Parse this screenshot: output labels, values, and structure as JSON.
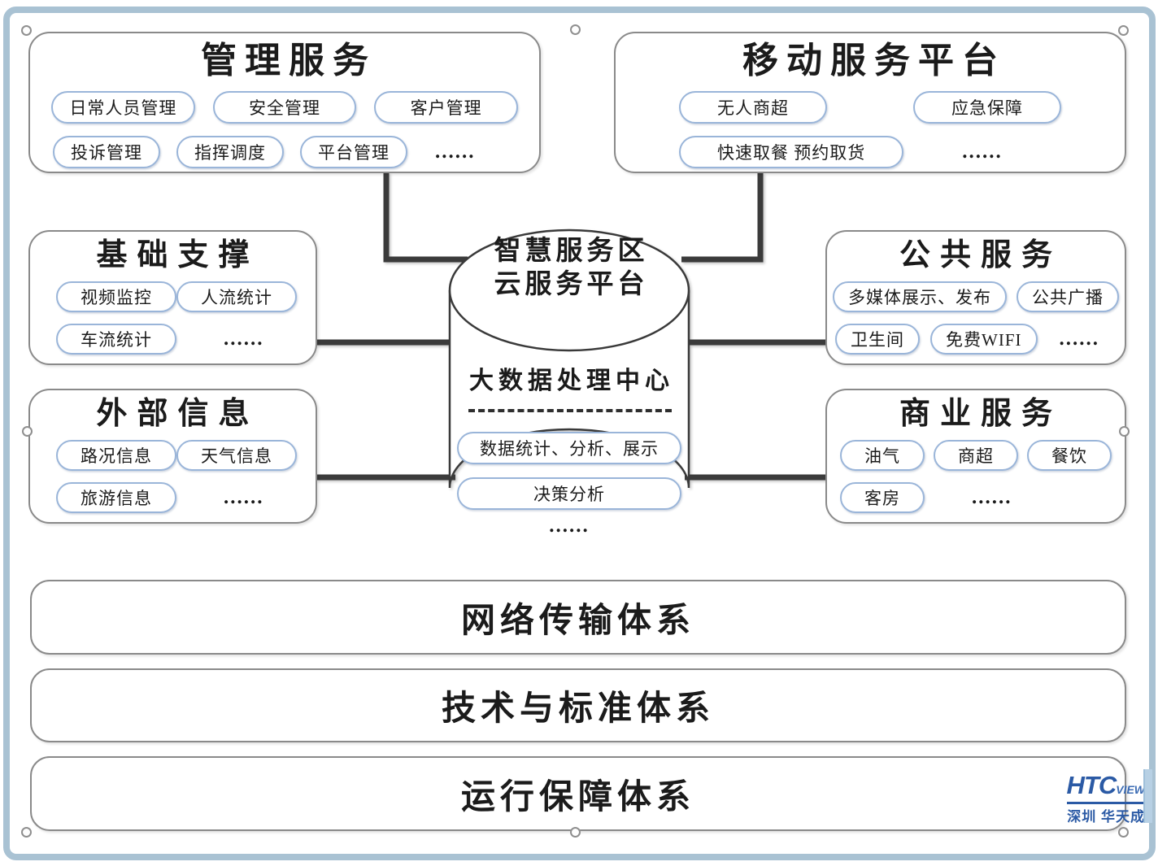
{
  "diagram": {
    "management": {
      "title": "管理服务",
      "pills": [
        "日常人员管理",
        "安全管理",
        "客户管理",
        "投诉管理",
        "指挥调度",
        "平台管理"
      ],
      "ellipsis": "......"
    },
    "mobile": {
      "title": "移动服务平台",
      "pills": [
        "无人商超",
        "应急保障",
        "快速取餐 预约取货"
      ],
      "ellipsis": "......"
    },
    "basic": {
      "title": "基础支撑",
      "pills": [
        "视频监控",
        "人流统计",
        "车流统计"
      ],
      "ellipsis": "......"
    },
    "external": {
      "title": "外部信息",
      "pills": [
        "路况信息",
        "天气信息",
        "旅游信息"
      ],
      "ellipsis": "......"
    },
    "public": {
      "title": "公共服务",
      "pills": [
        "多媒体展示、发布",
        "公共广播",
        "卫生间",
        "免费WIFI"
      ],
      "ellipsis": "......"
    },
    "business": {
      "title": "商业服务",
      "pills": [
        "油气",
        "商超",
        "餐饮",
        "客房"
      ],
      "ellipsis": "......"
    },
    "center": {
      "title_line1": "智慧服务区",
      "title_line2": "云服务平台",
      "subtitle": "大数据处理中心",
      "pills": [
        "数据统计、分析、展示",
        "决策分析"
      ],
      "ellipsis": "......"
    },
    "layers": [
      "网络传输体系",
      "技术与标准体系",
      "运行保障体系"
    ]
  },
  "logo": {
    "brand": "HTC",
    "brand_suffix": "VIEW",
    "subtitle": "深圳 华天成"
  },
  "colors": {
    "pill_border": "#9ab5d9",
    "box_border": "#8a8a8a",
    "connector": "#3b3b3b",
    "frame": "#a9c2d3",
    "logo_blue": "#2b5aa5"
  }
}
